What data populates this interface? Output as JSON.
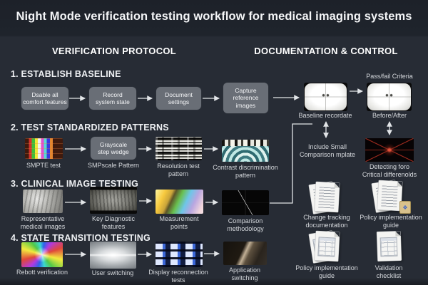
{
  "title": "Night Mode verification testing workflow for medical imaging systems",
  "columns": {
    "left": "VERIFICATION PROTOCOL",
    "right": "DOCUMENTATION & CONTROL"
  },
  "s1": {
    "heading": "1. ESTABLISH BASELINE",
    "b1": "Dsable all\ncomfort features",
    "b2": "Record\nsystem state",
    "b3": "Document\nsettings",
    "b4": "Capture\nreference\nimages"
  },
  "s2": {
    "heading": "2. TEST STANDARDIZED PATTERNS",
    "smpte_caption": "SMPTE test",
    "box": "Grayscale\nstep wedge",
    "box_caption": "SMPscale Pattern",
    "resolution_caption": "Resolution test\npattern",
    "contrast_caption": "Contrast discrimination\npattern"
  },
  "s3": {
    "heading": "3. CLINICAL IMAGE TESTING",
    "c1": "Representative\nmedical images",
    "c2": "Key Diagnostic\nfeatures",
    "c3": "Measurement\npoints",
    "c4": "Comparison\nmethodology"
  },
  "s4": {
    "heading": "4. STATE TRANSITION TESTING",
    "c1": "Rebott verification",
    "c2": "User switching",
    "c3": "Display reconnection\ntests",
    "c4": "Application\nswitching"
  },
  "doc": {
    "passfail": "Pass/fail Criteria",
    "baseline": "Baseline recordate",
    "beforeafter": "Before/After",
    "include_note": "Include Small\nComparison mplate",
    "detecting": "Detecting foro\nCritical differenolds",
    "d1": "Change tracking\ndocumentation",
    "d2": "Policy implementation\nguide",
    "d3": "Policy implementation\nguide",
    "d4": "Validation\nchecklist"
  },
  "icons": {
    "badge_glyph": "❖"
  },
  "colors": {
    "background": "#272c35",
    "title_band": "#1f242c",
    "process_box": "#696e76",
    "label_text": "#d4d7db",
    "arrow": "#e2e5e8",
    "detect_red": "#c33424",
    "recon_blue": "#3a66d8"
  }
}
